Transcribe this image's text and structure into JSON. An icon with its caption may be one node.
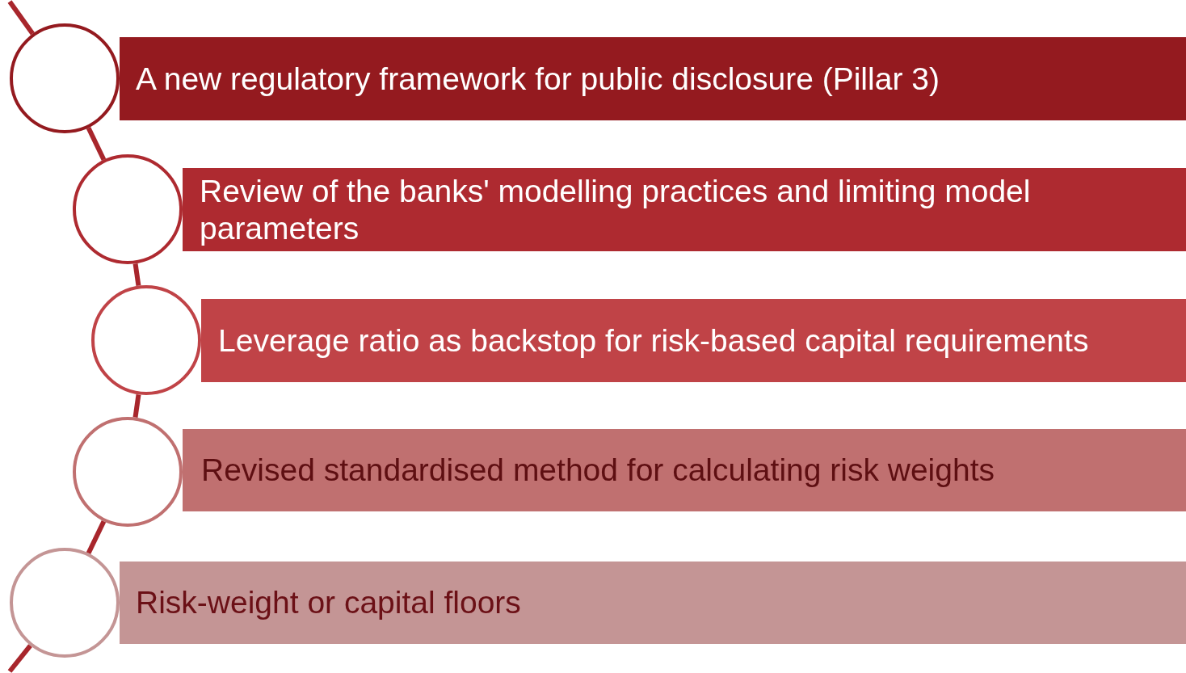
{
  "diagram": {
    "nodes": [
      {
        "text": [],
        "shape": "circle"
      },
      {
        "text": [
          "A new regulatory framework for public disclosure (Pillar 3)"
        ]
      },
      {
        "text": [],
        "shape": "circle"
      },
      {
        "text": [
          "Review of the banks' modelling practices and limiting model parameters"
        ]
      },
      {
        "text": [],
        "shape": "circle"
      },
      {
        "text": [
          "Leverage ratio as backstop for risk-based capital requirements"
        ]
      },
      {
        "text": [],
        "shape": "circle"
      },
      {
        "text": [
          "Revised standardised method for calculating risk weights"
        ]
      },
      {
        "text": [],
        "shape": "circle"
      },
      {
        "text": [
          "Risk-weight or capital floors"
        ]
      }
    ],
    "edges": [
      {
        "from": null,
        "to": 0,
        "arrow": "none"
      },
      {
        "from": 0,
        "to": 2,
        "arrow": "none"
      },
      {
        "from": 2,
        "to": 4,
        "arrow": "none"
      },
      {
        "from": 4,
        "to": 6,
        "arrow": "none"
      },
      {
        "from": 6,
        "to": 8,
        "arrow": "none"
      },
      {
        "from": 8,
        "to": null,
        "arrow": "none"
      }
    ]
  }
}
